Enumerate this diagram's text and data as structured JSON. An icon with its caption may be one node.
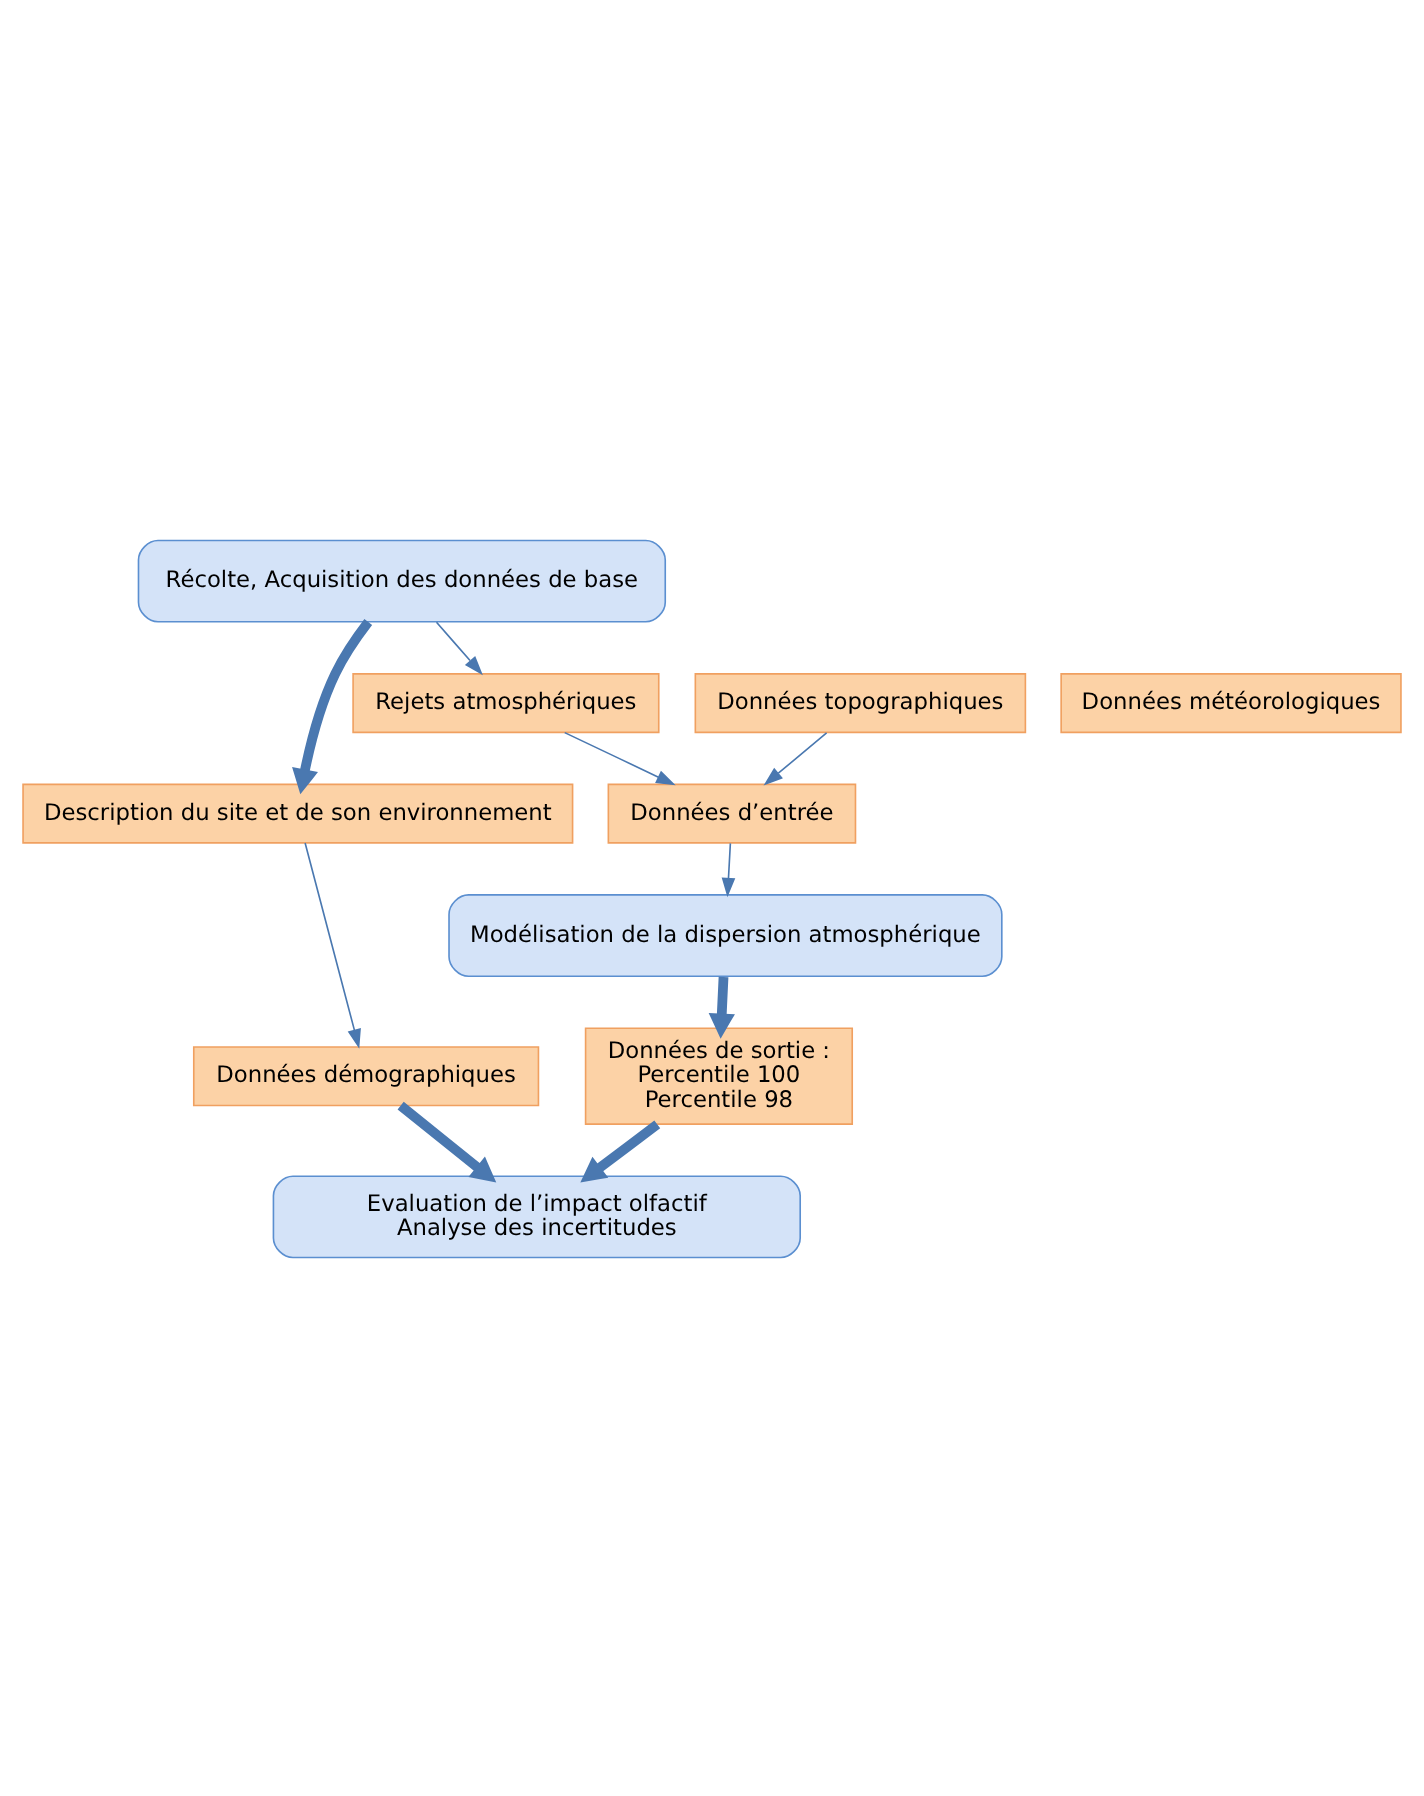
{
  "diagram": {
    "nodes": [
      {
        "text": [
          "Récolte, Acquisition des données de base"
        ]
      },
      {
        "text": [
          "Description du site et de son environnement"
        ]
      },
      {
        "text": [
          "Rejets atmosphériques"
        ]
      },
      {
        "text": [
          "Données météorologiques"
        ]
      },
      {
        "text": [
          "Données topographiques"
        ]
      },
      {
        "text": [
          "Données d’entrée"
        ]
      },
      {
        "text": [
          "Modélisation de la dispersion atmosphérique"
        ]
      },
      {
        "text": [
          "Données de sortie :",
          "Percentile 100",
          "Percentile 98"
        ]
      },
      {
        "text": [
          "Données démographiques"
        ]
      },
      {
        "text": [
          "Evaluation de l’impact olfactif",
          "Analyse des incertitudes"
        ]
      }
    ],
    "edges": [
      {
        "from": 0,
        "to": 1,
        "arrow": "to",
        "style": "thick"
      },
      {
        "from": 0,
        "to": 2,
        "arrow": "to"
      },
      {
        "from": 1,
        "to": 8,
        "arrow": "to"
      },
      {
        "from": 2,
        "to": 5,
        "arrow": "to"
      },
      {
        "from": 4,
        "to": 5,
        "arrow": "to"
      },
      {
        "from": 5,
        "to": 6,
        "arrow": "to"
      },
      {
        "from": 6,
        "to": 7,
        "arrow": "to",
        "style": "thick"
      },
      {
        "from": 7,
        "to": 9,
        "arrow": "to",
        "style": "thick"
      },
      {
        "from": 8,
        "to": 9,
        "arrow": "to",
        "style": "thick"
      }
    ]
  }
}
